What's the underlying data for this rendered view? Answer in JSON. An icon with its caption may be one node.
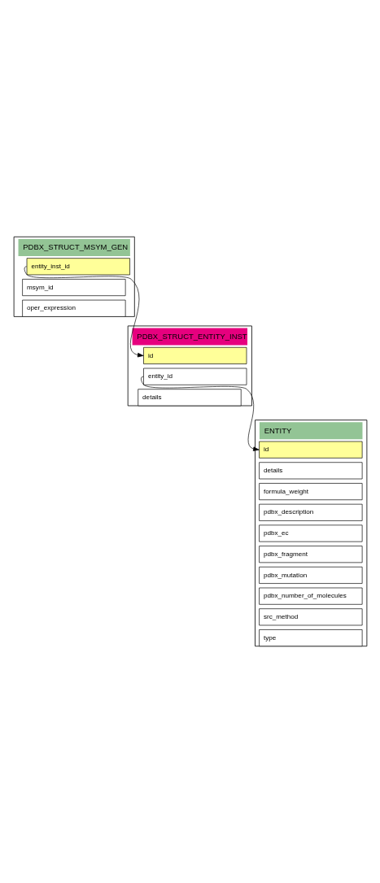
{
  "diagram": {
    "nodes": [
      {
        "text": [
          "PDBX_STRUCT_MSYM_GEN"
        ]
      },
      {
        "text": [
          "entity_inst_id"
        ],
        "in": 0
      },
      {
        "text": [
          "msym_id"
        ],
        "in": 0
      },
      {
        "text": [
          "oper_expression"
        ],
        "in": 0
      },
      {
        "text": [
          "PDBX_STRUCT_ENTITY_INST"
        ]
      },
      {
        "text": [
          "id"
        ],
        "in": 4
      },
      {
        "text": [
          "entity_id"
        ],
        "in": 4
      },
      {
        "text": [
          "details"
        ],
        "in": 4
      },
      {
        "text": [
          "ENTITY"
        ]
      },
      {
        "text": [
          "id"
        ],
        "in": 8
      },
      {
        "text": [
          "details"
        ],
        "in": 8
      },
      {
        "text": [
          "formula_weight"
        ],
        "in": 8
      },
      {
        "text": [
          "pdbx_description"
        ],
        "in": 8
      },
      {
        "text": [
          "pdbx_ec"
        ],
        "in": 8
      },
      {
        "text": [
          "pdbx_fragment"
        ],
        "in": 8
      },
      {
        "text": [
          "pdbx_mutation"
        ],
        "in": 8
      },
      {
        "text": [
          "pdbx_number_of_molecules"
        ],
        "in": 8
      },
      {
        "text": [
          "src_method"
        ],
        "in": 8
      },
      {
        "text": [
          "type"
        ],
        "in": 8
      }
    ],
    "edges": [
      {
        "from": 1,
        "to": 5,
        "arrow": "to"
      },
      {
        "from": 6,
        "to": 9,
        "arrow": "to"
      }
    ]
  }
}
